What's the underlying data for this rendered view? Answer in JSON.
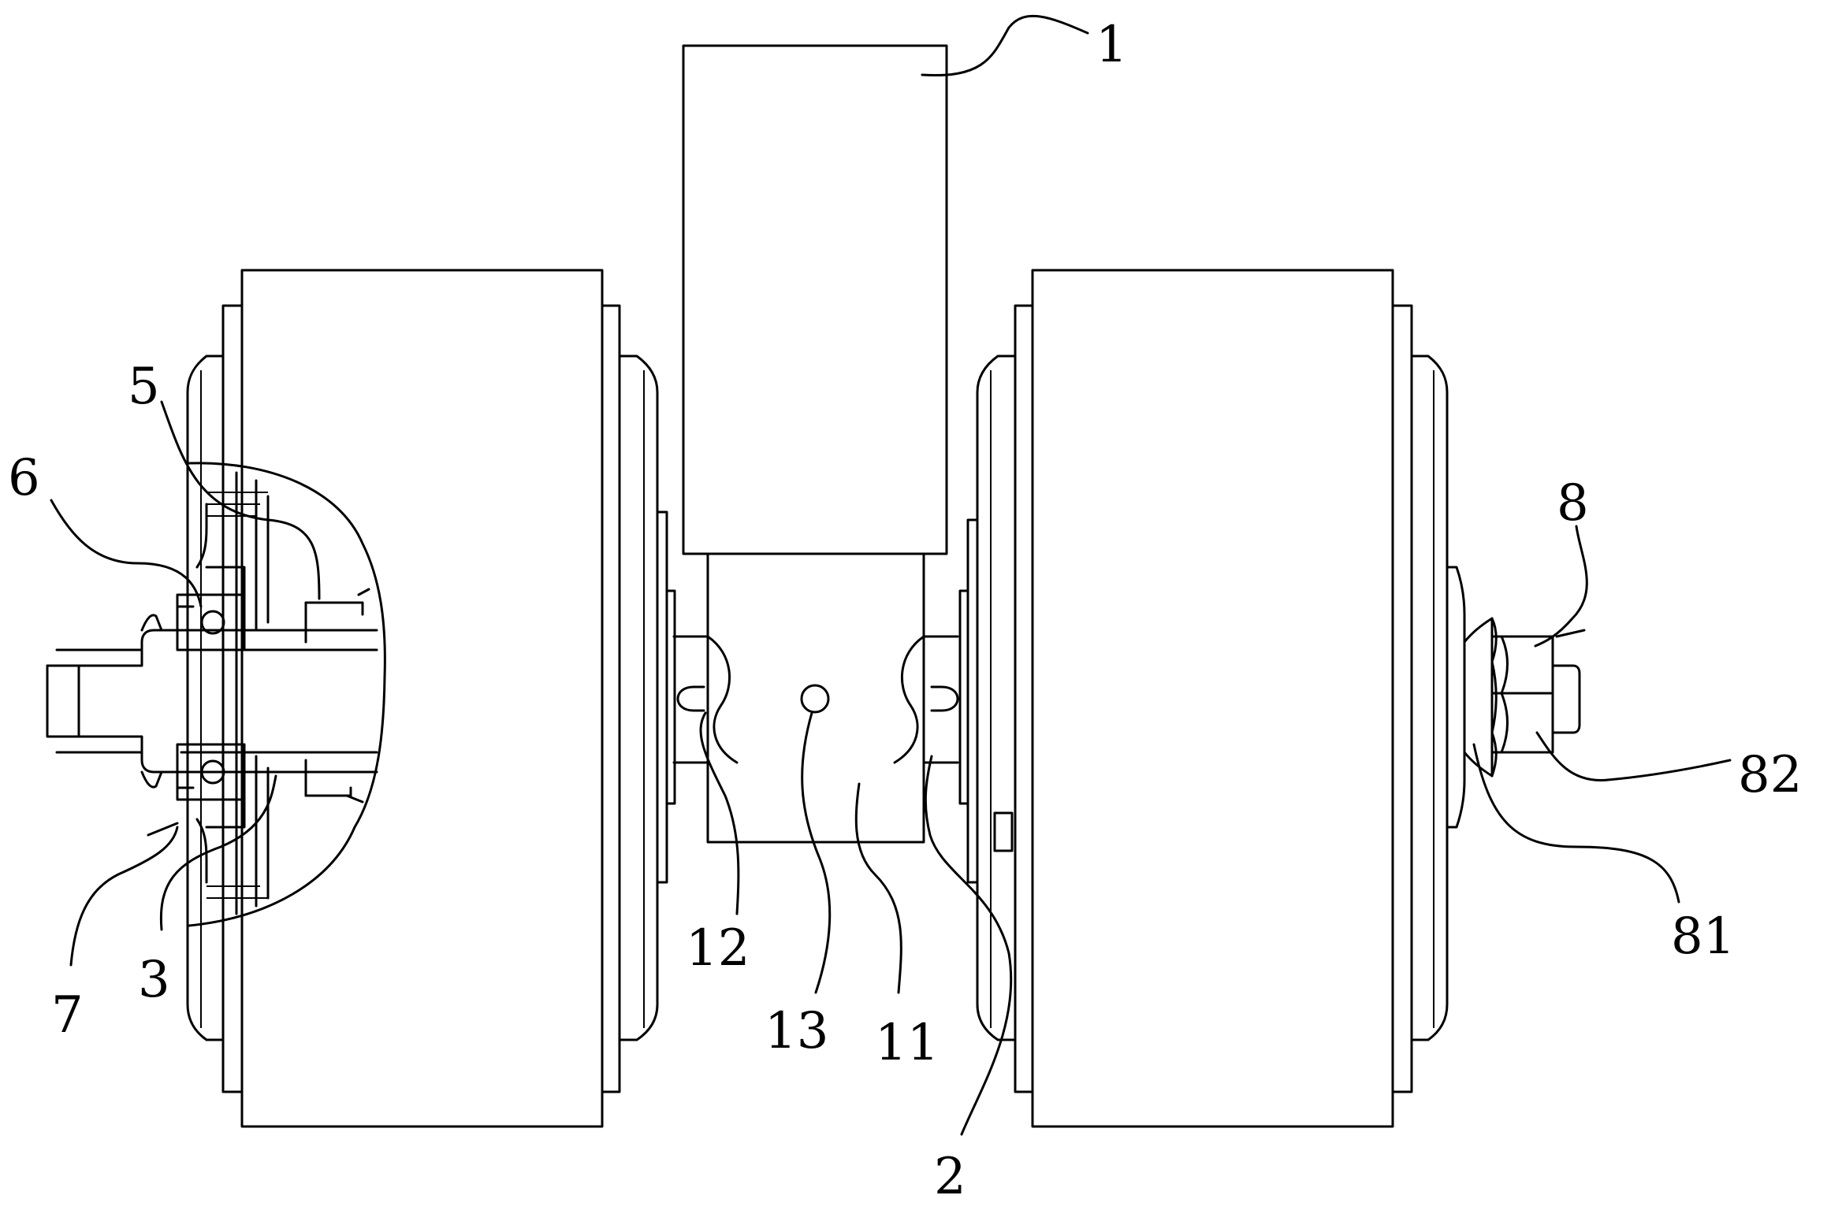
{
  "labels": {
    "l1": "1",
    "l2": "2",
    "l3": "3",
    "l5": "5",
    "l6": "6",
    "l7": "7",
    "l8": "8",
    "l11": "11",
    "l12": "12",
    "l13": "13",
    "l81": "81",
    "l82": "82"
  }
}
